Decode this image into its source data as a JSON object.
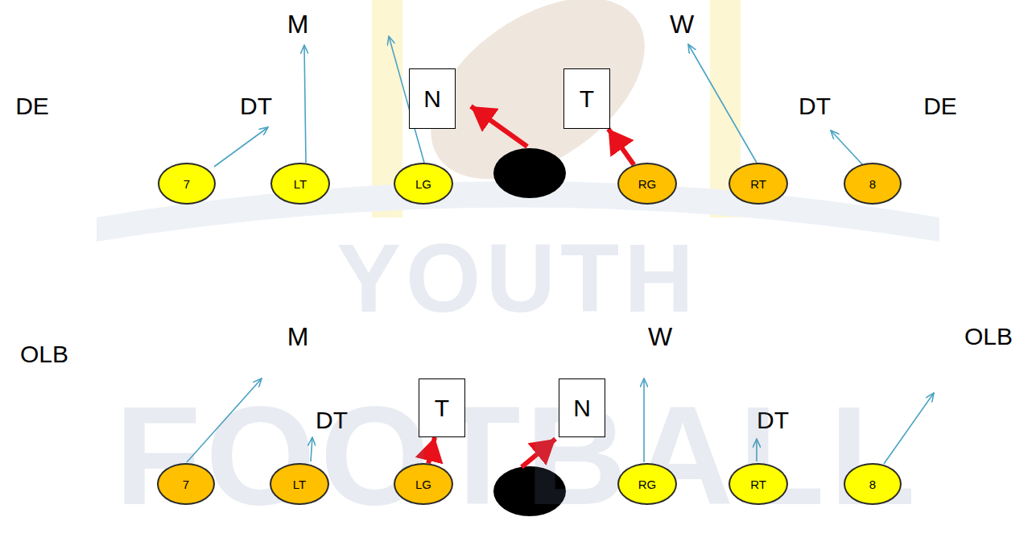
{
  "diagram": {
    "nodes": [
      {
        "text": [
          "N"
        ]
      },
      {
        "text": [
          "T"
        ]
      },
      {
        "text": [
          "7"
        ]
      },
      {
        "text": [
          "LT"
        ]
      },
      {
        "text": [
          "LG"
        ]
      },
      {
        "text": [
          "RG"
        ]
      },
      {
        "text": [
          "RT"
        ]
      },
      {
        "text": [
          "8"
        ]
      },
      {
        "text": [
          "T"
        ]
      },
      {
        "text": [
          "N"
        ]
      },
      {
        "text": [
          "7"
        ]
      },
      {
        "text": [
          "LT"
        ]
      },
      {
        "text": [
          "LG"
        ]
      },
      {
        "text": [
          "RG"
        ]
      },
      {
        "text": [
          "RT"
        ]
      },
      {
        "text": [
          "8"
        ]
      }
    ],
    "edges": [
      {
        "from": 5,
        "to": 1,
        "arrow": "to"
      },
      {
        "from": 12,
        "to": 8,
        "arrow": "to"
      }
    ],
    "labels": [
      "M",
      "W",
      "DE",
      "DT",
      "DT",
      "DE",
      "OLB",
      "M",
      "W",
      "OLB",
      "DT",
      "DT",
      "YOUTH",
      "FOOTBALL"
    ]
  }
}
